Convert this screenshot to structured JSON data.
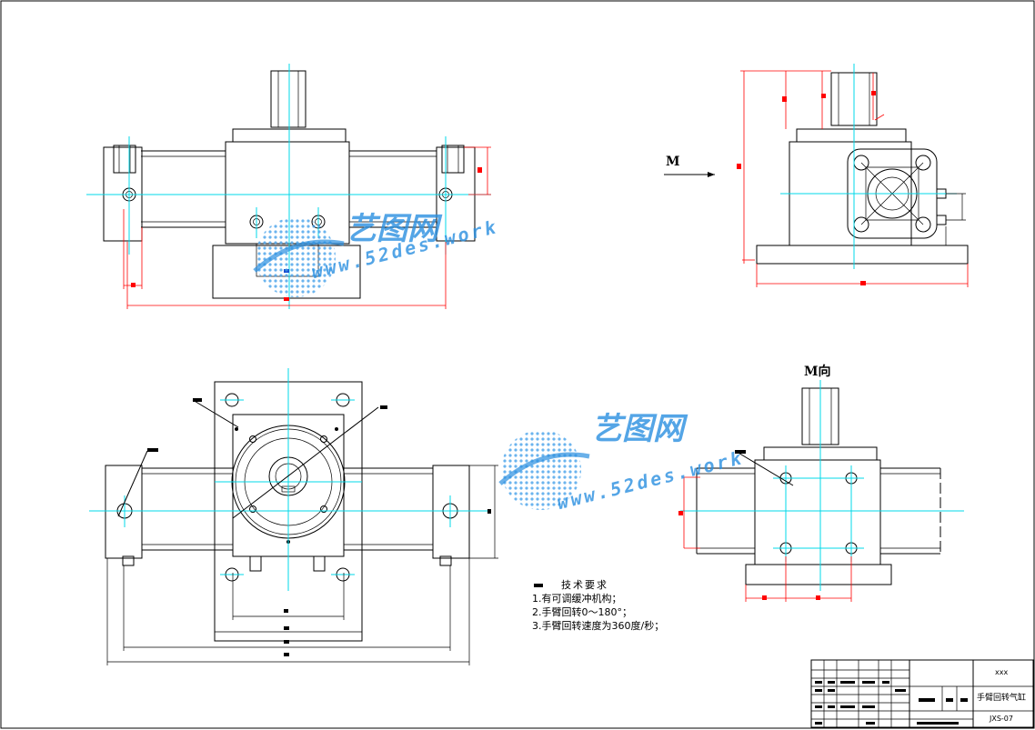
{
  "labels": {
    "view_m": "M",
    "view_m_dir": "M向",
    "notes_title": "技术要求",
    "notes": [
      "1.有可调缓冲机构；",
      "2.手臂回转0～180°；",
      "3.手臂回转速度为360度/秒；"
    ]
  },
  "title_block": {
    "project": "xxx",
    "part_name": "手臂回转气缸",
    "drawing_no": "JXS-07"
  },
  "watermark": {
    "brand": "艺图网",
    "url": "www.52des.work"
  },
  "colors": {
    "line": "#000000",
    "centerline": "#00d8e8",
    "dimension": "#ff0000",
    "watermark": "#2a8fe0"
  }
}
